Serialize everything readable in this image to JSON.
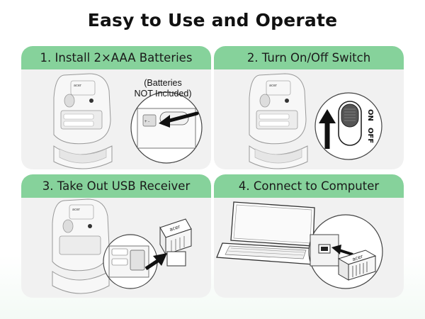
{
  "page": {
    "title": "Easy to Use and Operate"
  },
  "steps": [
    {
      "label": "1. Install 2×AAA Batteries",
      "note_line1": "(Batteries",
      "note_line2": "NOT Included)"
    },
    {
      "label": "2. Turn On/Off Switch",
      "switch_on": "ON",
      "switch_off": "OFF"
    },
    {
      "label": "3. Take Out USB Receiver"
    },
    {
      "label": "4. Connect to Computer"
    }
  ],
  "colors": {
    "header_green": "#86d29b",
    "card_bg": "#f1f1f1"
  },
  "icons": [
    "mouse-underside-icon",
    "battery-compartment-icon",
    "arrow-icon",
    "power-switch-icon",
    "usb-receiver-icon",
    "laptop-icon"
  ]
}
